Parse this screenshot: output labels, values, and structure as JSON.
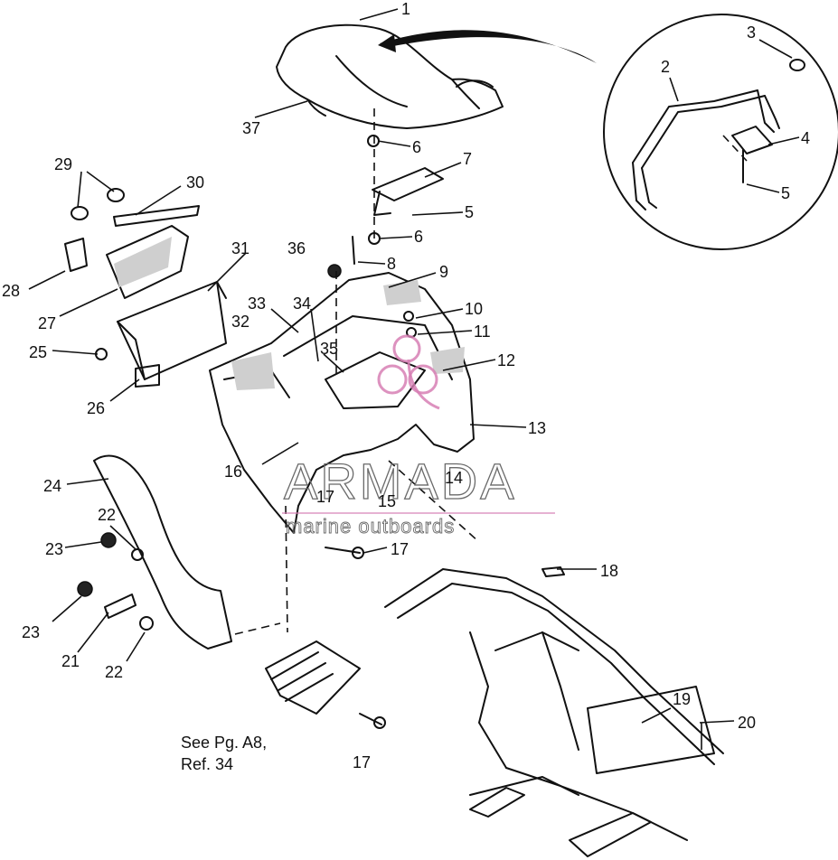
{
  "callouts": [
    {
      "id": "c1",
      "text": "1"
    },
    {
      "id": "c2",
      "text": "2"
    },
    {
      "id": "c3",
      "text": "3"
    },
    {
      "id": "c4",
      "text": "4"
    },
    {
      "id": "c5a",
      "text": "5"
    },
    {
      "id": "c5b",
      "text": "5"
    },
    {
      "id": "c6a",
      "text": "6"
    },
    {
      "id": "c6b",
      "text": "6"
    },
    {
      "id": "c7",
      "text": "7"
    },
    {
      "id": "c8",
      "text": "8"
    },
    {
      "id": "c9",
      "text": "9"
    },
    {
      "id": "c10",
      "text": "10"
    },
    {
      "id": "c11",
      "text": "11"
    },
    {
      "id": "c12",
      "text": "12"
    },
    {
      "id": "c13",
      "text": "13"
    },
    {
      "id": "c14",
      "text": "14"
    },
    {
      "id": "c15",
      "text": "15"
    },
    {
      "id": "c16",
      "text": "16"
    },
    {
      "id": "c17a",
      "text": "17"
    },
    {
      "id": "c17b",
      "text": "17"
    },
    {
      "id": "c17c",
      "text": "17"
    },
    {
      "id": "c18",
      "text": "18"
    },
    {
      "id": "c19",
      "text": "19"
    },
    {
      "id": "c20",
      "text": "20"
    },
    {
      "id": "c21",
      "text": "21"
    },
    {
      "id": "c22a",
      "text": "22"
    },
    {
      "id": "c22b",
      "text": "22"
    },
    {
      "id": "c23a",
      "text": "23"
    },
    {
      "id": "c23b",
      "text": "23"
    },
    {
      "id": "c24",
      "text": "24"
    },
    {
      "id": "c25",
      "text": "25"
    },
    {
      "id": "c26",
      "text": "26"
    },
    {
      "id": "c27",
      "text": "27"
    },
    {
      "id": "c28",
      "text": "28"
    },
    {
      "id": "c29",
      "text": "29"
    },
    {
      "id": "c30",
      "text": "30"
    },
    {
      "id": "c31",
      "text": "31"
    },
    {
      "id": "c32",
      "text": "32"
    },
    {
      "id": "c33",
      "text": "33"
    },
    {
      "id": "c34",
      "text": "34"
    },
    {
      "id": "c35",
      "text": "35"
    },
    {
      "id": "c36",
      "text": "36"
    },
    {
      "id": "c37",
      "text": "37"
    }
  ],
  "note": {
    "line1": "See Pg. A8,",
    "line2": "Ref. 34"
  },
  "watermark": {
    "brand": "ARMADA",
    "tagline": "marine outboards",
    "logo_icon": "armada-logo-icon"
  },
  "colors": {
    "ink": "#111111",
    "watermark_text": "#6a6a6a",
    "watermark_logo": "#d77fb4"
  }
}
